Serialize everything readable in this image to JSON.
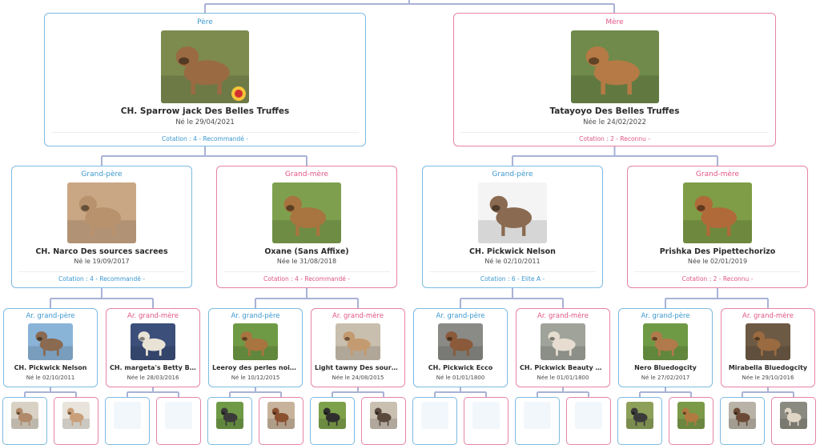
{
  "pedigree": {
    "cards": [
      {
        "level": 1,
        "sex": "m",
        "role": "Père",
        "name": "CH. Sparrow jack Des Belles Truffes",
        "born": "Né le 29/04/2021",
        "cotation": "Cotation : 4 - Recommandé -",
        "photo": {
          "bg": "#7d8b4f",
          "dog": "#9a6a43",
          "badge": true
        }
      },
      {
        "level": 1,
        "sex": "f",
        "role": "Mère",
        "name": "Tatayoyo Des Belles Truffes",
        "born": "Née le 24/02/2022",
        "cotation": "Cotation : 2 - Reconnu -",
        "photo": {
          "bg": "#6f8a4a",
          "dog": "#b57a45"
        }
      },
      {
        "level": 2,
        "sex": "m",
        "role": "Grand-père",
        "name": "CH. Narco Des sources sacrees",
        "born": "Né le 19/09/2017",
        "cotation": "Cotation : 4 - Recommandé -",
        "photo": {
          "bg": "#caa784",
          "dog": "#b8926c"
        }
      },
      {
        "level": 2,
        "sex": "f",
        "role": "Grand-mère",
        "name": "Oxane (Sans Affixe)",
        "born": "Née le 31/08/2018",
        "cotation": "Cotation : 4 - Recommandé -",
        "photo": {
          "bg": "#7ea04e",
          "dog": "#a8743f"
        }
      },
      {
        "level": 2,
        "sex": "m",
        "role": "Grand-père",
        "name": "CH. Pickwick Nelson",
        "born": "Né le 02/10/2011",
        "cotation": "Cotation : 6 - Elite A -",
        "photo": {
          "bg": "#f4f4f4",
          "dog": "#8a6a50"
        }
      },
      {
        "level": 2,
        "sex": "f",
        "role": "Grand-mère",
        "name": "Prishka Des Pipettechorizo",
        "born": "Née le 02/01/2019",
        "cotation": "Cotation : 2 - Reconnu -",
        "photo": {
          "bg": "#7e9d46",
          "dog": "#b06a3a"
        }
      },
      {
        "level": 3,
        "sex": "m",
        "role": "Ar. grand-père",
        "name": "CH. Pickwick Nelson",
        "born": "Né le 02/10/2011",
        "photo": {
          "bg": "#8ab3d8",
          "dog": "#8a6a50"
        }
      },
      {
        "level": 3,
        "sex": "f",
        "role": "Ar. grand-mère",
        "name": "CH. margeta's Betty Blue",
        "born": "Née le 28/03/2016",
        "photo": {
          "bg": "#3c4f7a",
          "dog": "#e9e3d6"
        }
      },
      {
        "level": 3,
        "sex": "m",
        "role": "Ar. grand-père",
        "name": "Leeroy des perles noires",
        "born": "Né le 10/12/2015",
        "photo": {
          "bg": "#6f9a45",
          "dog": "#a8743f"
        }
      },
      {
        "level": 3,
        "sex": "f",
        "role": "Ar. grand-mère",
        "name": "Light tawny Des sources sacrees",
        "born": "Née le 24/08/2015",
        "photo": {
          "bg": "#c9bfae",
          "dog": "#c49a70"
        }
      },
      {
        "level": 3,
        "sex": "m",
        "role": "Ar. grand-père",
        "name": "CH. Pickwick Ecco",
        "born": "Né le 01/01/1800",
        "photo": {
          "bg": "#8a8a86",
          "dog": "#8a5a3a"
        }
      },
      {
        "level": 3,
        "sex": "f",
        "role": "Ar. grand-mère",
        "name": "CH. Pickwick Beauty Queen",
        "born": "Née le 01/01/1800",
        "photo": {
          "bg": "#9fa39a",
          "dog": "#e6ddd0"
        }
      },
      {
        "level": 3,
        "sex": "m",
        "role": "Ar. grand-père",
        "name": "Nero Bluedogcity",
        "born": "Né le 27/02/2017",
        "photo": {
          "bg": "#6f9a45",
          "dog": "#b07a4a"
        }
      },
      {
        "level": 3,
        "sex": "f",
        "role": "Ar. grand-mère",
        "name": "Mirabella Bluedogcity",
        "born": "Née le 29/10/2016",
        "photo": {
          "bg": "#6d5a45",
          "dog": "#9a6a40"
        }
      },
      {
        "level": 4,
        "sex": "m",
        "photo": {
          "bg": "#d9d2c4",
          "dog": "#b08a6a"
        }
      },
      {
        "level": 4,
        "sex": "f",
        "photo": {
          "bg": "#e8e4dc",
          "dog": "#c9a07a"
        }
      },
      {
        "level": 4,
        "sex": "m",
        "photo": null
      },
      {
        "level": 4,
        "sex": "f",
        "photo": null
      },
      {
        "level": 4,
        "sex": "m",
        "photo": {
          "bg": "#6f9a45",
          "dog": "#3a3a3a"
        }
      },
      {
        "level": 4,
        "sex": "f",
        "photo": {
          "bg": "#c7b39c",
          "dog": "#8a5030"
        }
      },
      {
        "level": 4,
        "sex": "m",
        "photo": {
          "bg": "#7da04a",
          "dog": "#2e2e2e"
        }
      },
      {
        "level": 4,
        "sex": "f",
        "photo": {
          "bg": "#c9c0b2",
          "dog": "#5a4a3e"
        }
      },
      {
        "level": 4,
        "sex": "m",
        "photo": null
      },
      {
        "level": 4,
        "sex": "f",
        "photo": null
      },
      {
        "level": 4,
        "sex": "m",
        "photo": null
      },
      {
        "level": 4,
        "sex": "f",
        "photo": null
      },
      {
        "level": 4,
        "sex": "m",
        "photo": {
          "bg": "#8da05a",
          "dog": "#3a3a3a"
        }
      },
      {
        "level": 4,
        "sex": "f",
        "photo": {
          "bg": "#7a9a48",
          "dog": "#b07a40"
        }
      },
      {
        "level": 4,
        "sex": "m",
        "photo": {
          "bg": "#b9b2a6",
          "dog": "#6a4a36"
        }
      },
      {
        "level": 4,
        "sex": "f",
        "photo": {
          "bg": "#8a8a80",
          "dog": "#e0d6c6"
        }
      }
    ]
  },
  "colors": {
    "male": "#7cbbe0",
    "female": "#e683a6",
    "connector": "#a9b2d6"
  }
}
